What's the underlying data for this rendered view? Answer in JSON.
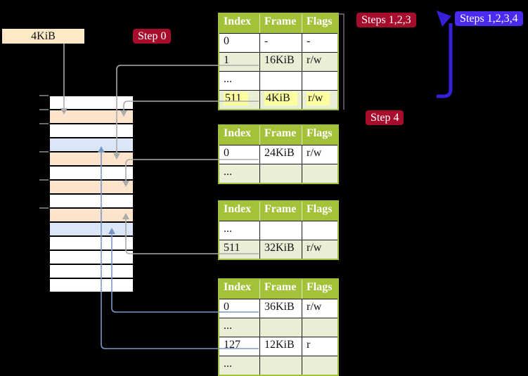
{
  "frame_label": "4KiB",
  "badges": {
    "step0": {
      "text": "Step 0",
      "color_key": "badgeRed"
    },
    "steps123": {
      "text": "Steps 1,2,3",
      "color_key": "badgeRed"
    },
    "steps1234": {
      "text": "Steps 1,2,3,4",
      "color_key": "badgeBlue"
    },
    "step4": {
      "text": "Step 4",
      "color_key": "badgeRed"
    }
  },
  "tables": [
    {
      "name": "page-table-at-4kib",
      "headers": [
        "Index",
        "Frame",
        "Flags"
      ],
      "rows": [
        {
          "cells": [
            "0",
            "-",
            "-"
          ]
        },
        {
          "cells": [
            "1",
            "16KiB",
            "r/w"
          ]
        },
        {
          "cells": [
            "...",
            "",
            ""
          ]
        },
        {
          "cells": [
            "511",
            "4KiB",
            "r/w"
          ],
          "highlight": true
        }
      ]
    },
    {
      "name": "page-table-at-16kib",
      "headers": [
        "Index",
        "Frame",
        "Flags"
      ],
      "rows": [
        {
          "cells": [
            "0",
            "24KiB",
            "r/w"
          ]
        },
        {
          "cells": [
            "...",
            "",
            ""
          ]
        }
      ]
    },
    {
      "name": "page-table-at-24kib",
      "headers": [
        "Index",
        "Frame",
        "Flags"
      ],
      "rows": [
        {
          "cells": [
            "...",
            "",
            ""
          ]
        },
        {
          "cells": [
            "511",
            "32KiB",
            "r/w"
          ]
        }
      ]
    },
    {
      "name": "page-table-at-32kib",
      "headers": [
        "Index",
        "Frame",
        "Flags"
      ],
      "rows": [
        {
          "cells": [
            "0",
            "36KiB",
            "r/w"
          ]
        },
        {
          "cells": [
            "...",
            "",
            ""
          ]
        },
        {
          "cells": [
            "127",
            "12KiB",
            "r"
          ]
        },
        {
          "cells": [
            "...",
            "",
            ""
          ]
        }
      ]
    }
  ],
  "memory": {
    "rows": [
      "white",
      "peach",
      "white",
      "blue",
      "peach",
      "white",
      "peach",
      "white",
      "peach",
      "blue",
      "white",
      "white",
      "white",
      "white"
    ]
  },
  "colors": {
    "white": "#ffffff",
    "peach": "#fce4cc",
    "blue": "#dbe7f6",
    "badgeRed": "#a60c2c",
    "badgeBlue": "#4b2bef",
    "tableHeader": "#a3c139",
    "tableShade": "#e9efd6",
    "highlight": "#feff9e",
    "arrowGray": "#ababab",
    "arrowSteelBlue": "#7b97c9",
    "arrowThickBlue": "#3520d8"
  }
}
